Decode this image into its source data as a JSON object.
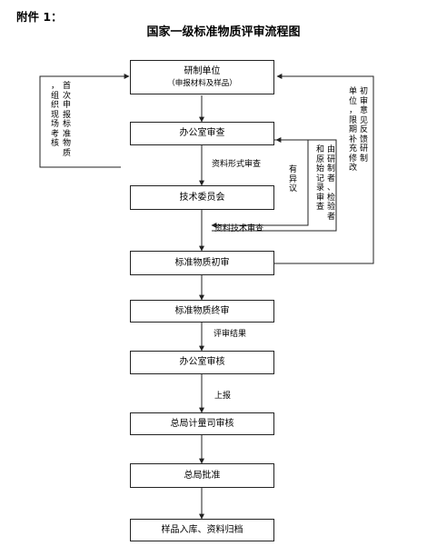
{
  "header": {
    "attachment": "附件 1：",
    "title": "国家一级标准物质评审流程图"
  },
  "steps": [
    {
      "label": "研制单位",
      "sub": "（申报材料及样品）"
    },
    {
      "label": "办公室审查"
    },
    {
      "label": "技术委员会"
    },
    {
      "label": "标准物质初审"
    },
    {
      "label": "标准物质终审"
    },
    {
      "label": "办公室审核"
    },
    {
      "label": "总局计量司审核"
    },
    {
      "label": "总局批准"
    },
    {
      "label": "样品入库、资料归档"
    }
  ],
  "arrow_labels": {
    "formal_review": "资料形式审查",
    "technical_review": "资料技术审查",
    "review_result": "评审结果",
    "report_up": "上报"
  },
  "side_notes": {
    "left_loop": "首次申报标准物质，组织现场考核",
    "objection": "有异议",
    "inner_loop": "由研制者、检验者和原始记录审查",
    "right_loop": "初审意见反馈研制单位，限期补充修改"
  }
}
